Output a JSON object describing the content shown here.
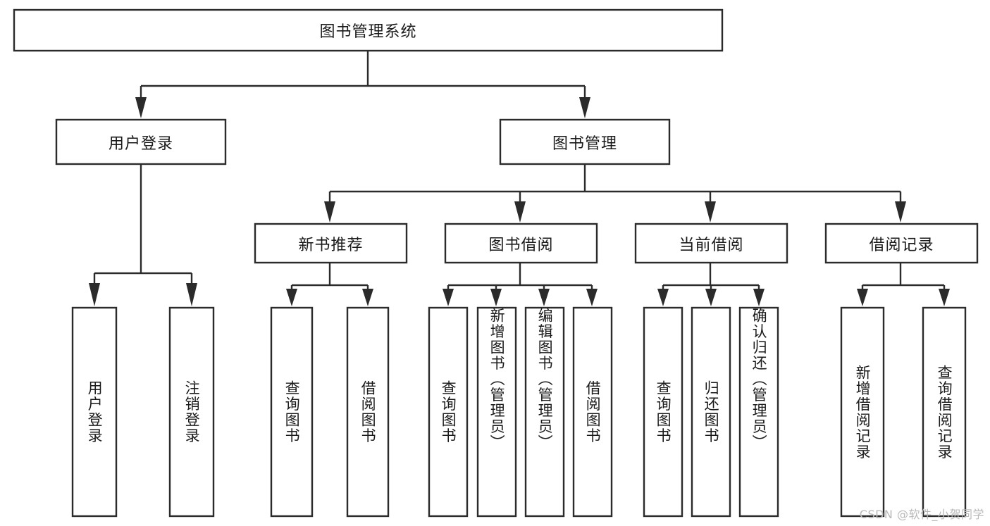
{
  "diagram": {
    "type": "hierarchy-tree",
    "title": "图书管理系统",
    "watermark": "CSDN @软件_小贺同学",
    "colors": {
      "stroke": "#2b2b2b",
      "fill": "#ffffff",
      "text": "#1a1a1a",
      "watermark": "#b9b9b9"
    },
    "root": {
      "label": "图书管理系统",
      "orientation": "horizontal"
    },
    "level2": [
      {
        "label": "用户登录",
        "orientation": "horizontal"
      },
      {
        "label": "图书管理",
        "orientation": "horizontal"
      }
    ],
    "level3": [
      {
        "label": "新书推荐",
        "orientation": "horizontal"
      },
      {
        "label": "图书借阅",
        "orientation": "horizontal"
      },
      {
        "label": "当前借阅",
        "orientation": "horizontal"
      },
      {
        "label": "借阅记录",
        "orientation": "horizontal"
      }
    ],
    "leaves": {
      "user_login": [
        {
          "label": "用户登录",
          "orientation": "vertical"
        },
        {
          "label": "注销登录",
          "orientation": "vertical"
        }
      ],
      "new_book_recommend": [
        {
          "label": "查询图书",
          "orientation": "vertical"
        },
        {
          "label": "借阅图书",
          "orientation": "vertical"
        }
      ],
      "book_borrow": [
        {
          "label": "查询图书",
          "orientation": "vertical"
        },
        {
          "label": "新增图书（管理员）",
          "orientation": "vertical"
        },
        {
          "label": "编辑图书（管理员）",
          "orientation": "vertical"
        },
        {
          "label": "借阅图书",
          "orientation": "vertical"
        }
      ],
      "current_borrow": [
        {
          "label": "查询图书",
          "orientation": "vertical"
        },
        {
          "label": "归还图书",
          "orientation": "vertical"
        },
        {
          "label": "确认归还（管理员）",
          "orientation": "vertical"
        }
      ],
      "borrow_record": [
        {
          "label": "新增借阅记录",
          "orientation": "vertical"
        },
        {
          "label": "查询借阅记录",
          "orientation": "vertical"
        }
      ]
    }
  }
}
